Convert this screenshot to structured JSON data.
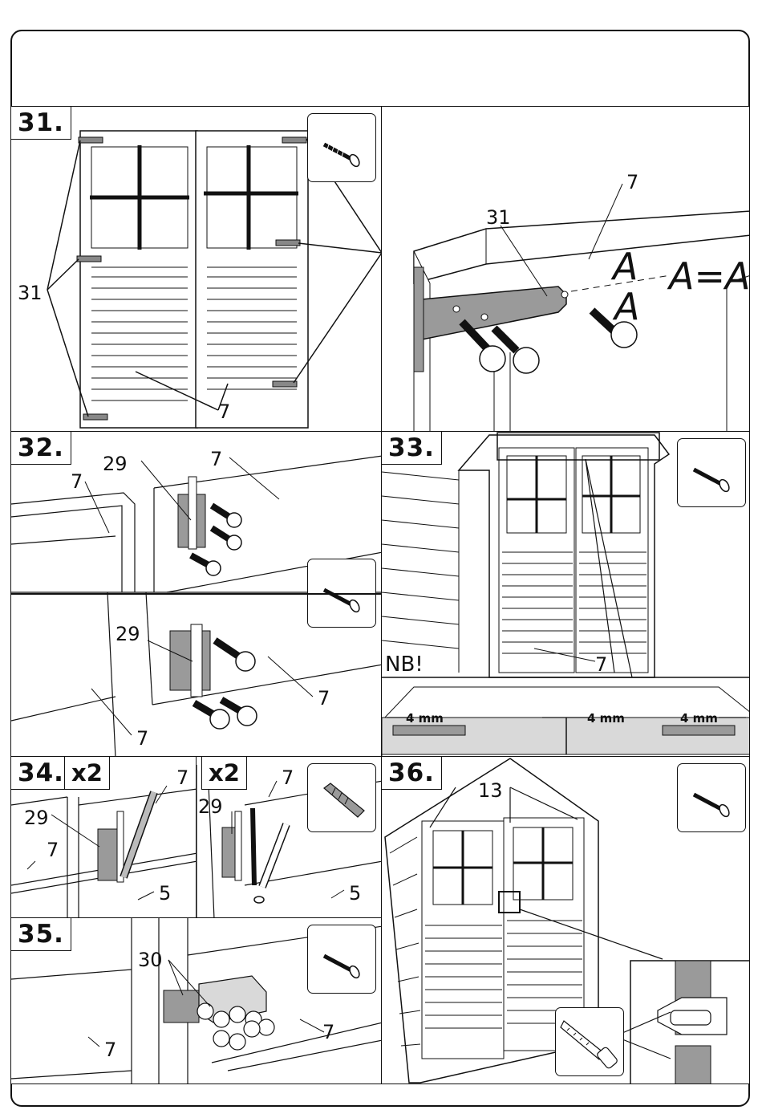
{
  "steps": {
    "s31": {
      "num": "31."
    },
    "s32": {
      "num": "32."
    },
    "s33": {
      "num": "33.",
      "note": "NB!"
    },
    "s34": {
      "num": "34.",
      "qty_a": "x2",
      "qty_b": "x2"
    },
    "s35": {
      "num": "35."
    },
    "s36": {
      "num": "36."
    }
  },
  "labels": {
    "part7": "7",
    "part31": "31",
    "part29": "29",
    "part5": "5",
    "part30": "30",
    "part13": "13",
    "letterA": "A",
    "equation": "A=A",
    "gap": "4 mm"
  },
  "icons": {
    "screw": "screw-icon",
    "drill_bit": "drill-bit-icon",
    "saw": "saw-icon"
  },
  "colors": {
    "line": "#111111",
    "metal": "#9a9a9a",
    "metal_dark": "#6e6e6e",
    "wood_shade": "#d9d9d9"
  }
}
